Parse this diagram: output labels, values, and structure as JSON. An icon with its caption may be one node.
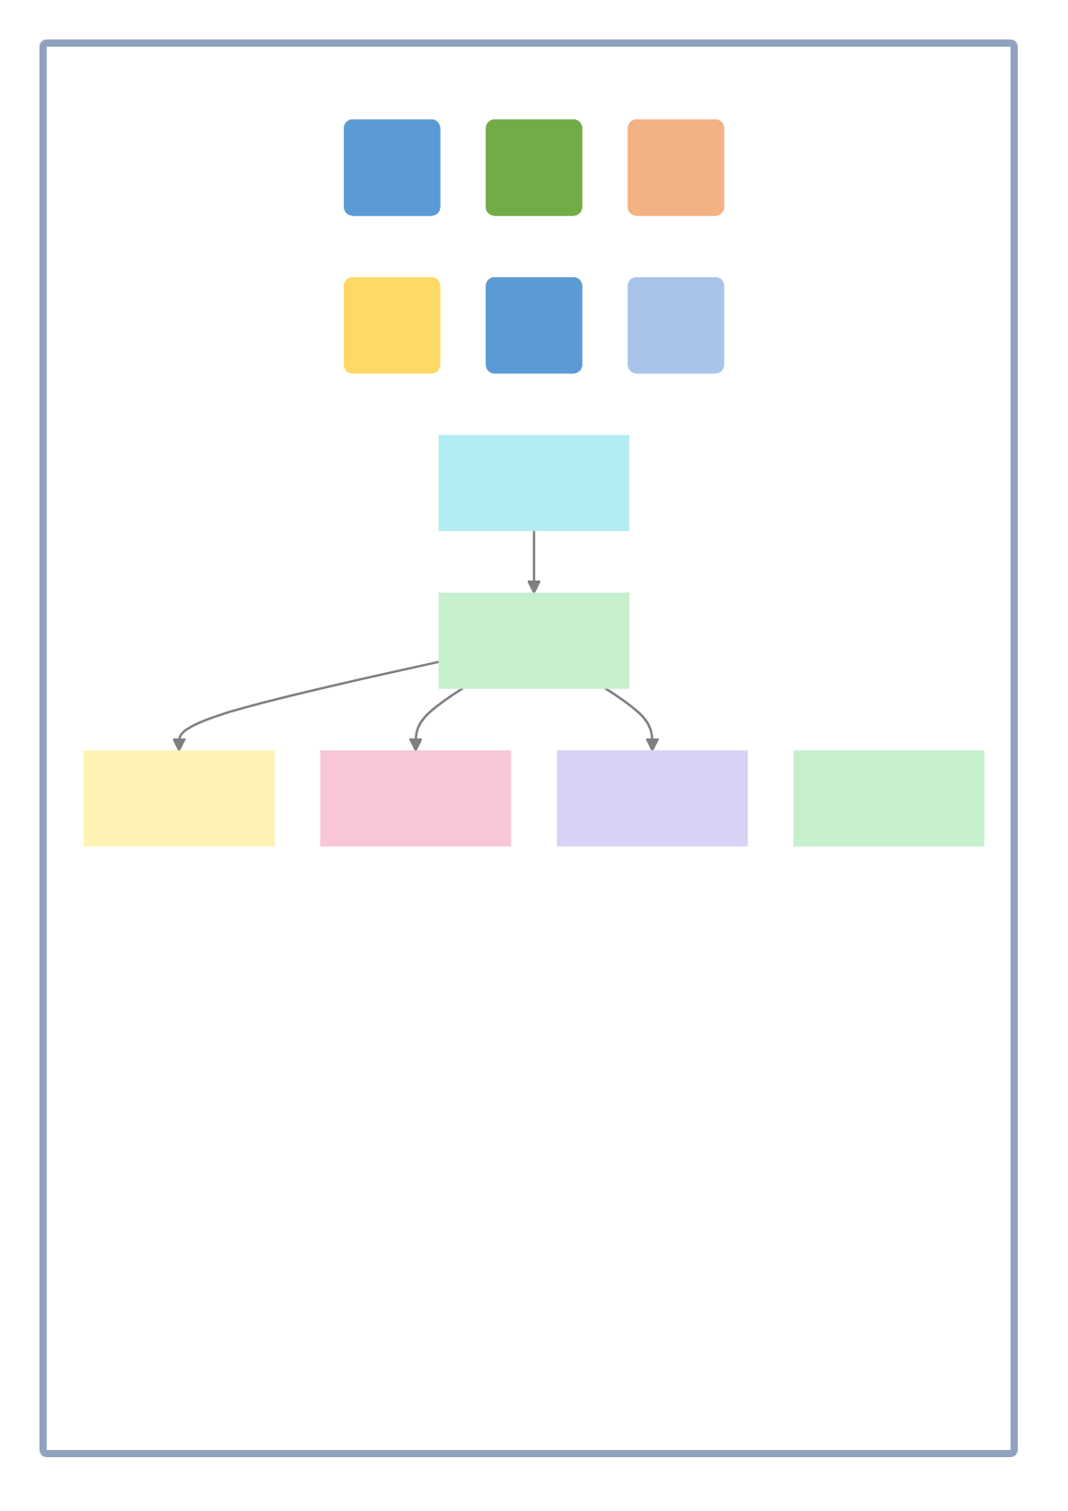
{
  "diagram": {
    "nodes": [
      {
        "text": [],
        "shape": "box"
      },
      {
        "text": [],
        "shape": "box"
      },
      {
        "text": [],
        "shape": "box"
      },
      {
        "text": [],
        "shape": "box"
      },
      {
        "text": [],
        "shape": "box"
      },
      {
        "text": [],
        "shape": "box"
      },
      {
        "text": [],
        "shape": "bar"
      },
      {
        "text": [],
        "shape": "bar"
      },
      {
        "text": [],
        "shape": "bar"
      },
      {
        "text": [],
        "shape": "bar"
      },
      {
        "text": [],
        "shape": "bar"
      },
      {
        "text": [],
        "shape": "bar"
      }
    ],
    "edges": [
      {
        "from": 6,
        "to": 7,
        "arrow": "to"
      },
      {
        "from": 7,
        "to": 8,
        "arrow": "to"
      },
      {
        "from": 7,
        "to": 9,
        "arrow": "to"
      },
      {
        "from": 7,
        "to": 11,
        "arrow": "to"
      }
    ]
  }
}
